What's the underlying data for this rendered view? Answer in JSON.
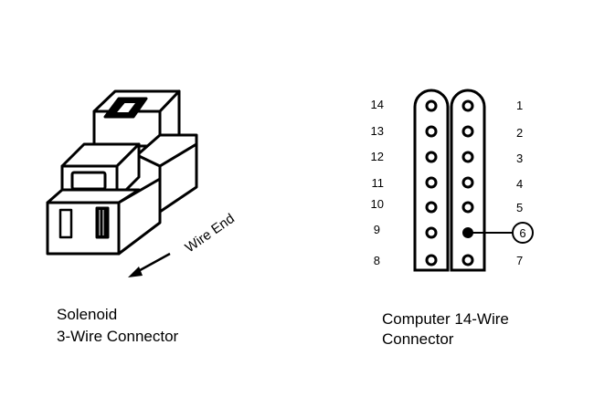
{
  "solenoid": {
    "wire_end_label": "Wire End",
    "caption_line1": "Solenoid",
    "caption_line2": "3-Wire Connector"
  },
  "computer": {
    "caption_line1": "Computer 14-Wire",
    "caption_line2": "Connector",
    "left_pins": [
      "14",
      "13",
      "12",
      "11",
      "10",
      "9",
      "8"
    ],
    "right_pins": [
      "1",
      "2",
      "3",
      "4",
      "5",
      "6",
      "7"
    ],
    "highlighted_pin": "6"
  },
  "colors": {
    "ink": "#000000",
    "background": "#ffffff"
  }
}
